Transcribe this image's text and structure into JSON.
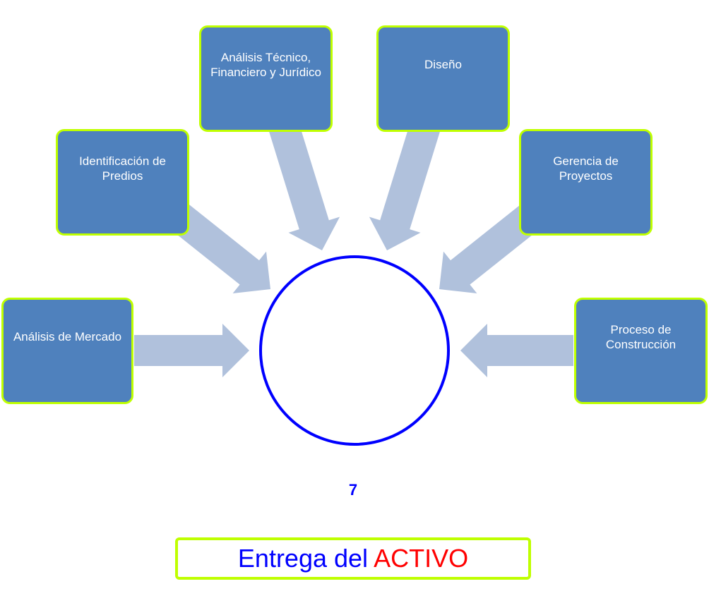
{
  "diagram": {
    "inputs": [
      {
        "label": "Análisis de Mercado"
      },
      {
        "label": "Identificación de Predios"
      },
      {
        "label": "Análisis Técnico, Financiero y Jurídico"
      },
      {
        "label": "Diseño"
      },
      {
        "label": "Gerencia de Proyectos"
      },
      {
        "label": "Proceso de Construcción"
      }
    ],
    "center_number": "7",
    "result": {
      "part1": "Entrega del",
      "part2": "ACTIVO"
    }
  },
  "colors": {
    "box_fill": "#4f81bd",
    "box_border": "#bfff00",
    "arrow": "#b0c1dc",
    "circle": "#0000ff",
    "accent_red": "#ff0000"
  }
}
